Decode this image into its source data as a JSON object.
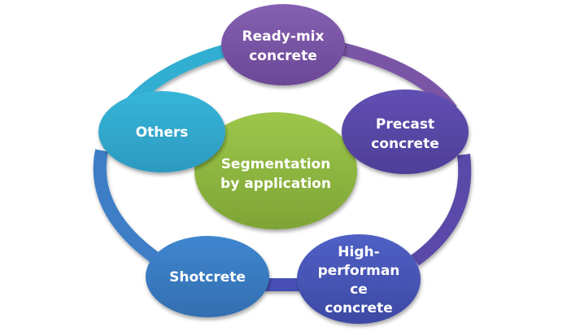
{
  "diagram": {
    "title": "Segmentation by application",
    "center": {
      "lines": [
        "Segmentation",
        "by application"
      ],
      "color": "#8DB63C"
    },
    "nodes": [
      {
        "id": "ready-mix",
        "lines": [
          "Ready-mix",
          "concrete"
        ],
        "color": "#7B55A8"
      },
      {
        "id": "precast",
        "lines": [
          "Precast",
          "concrete"
        ],
        "color": "#5A48A8"
      },
      {
        "id": "high-performance",
        "lines": [
          "High-",
          "performan",
          "ce",
          "concrete"
        ],
        "color": "#4756B8"
      },
      {
        "id": "shotcrete",
        "lines": [
          "Shotcrete"
        ],
        "color": "#3A7CC4"
      },
      {
        "id": "others",
        "lines": [
          "Others"
        ],
        "color": "#34AFD3"
      }
    ],
    "ring_colors": {
      "top_left": "#33AED2",
      "top_right": "#7A55A6",
      "right": "#5A48A8",
      "bottom": "#4650B6",
      "left": "#3C7EC6"
    }
  }
}
